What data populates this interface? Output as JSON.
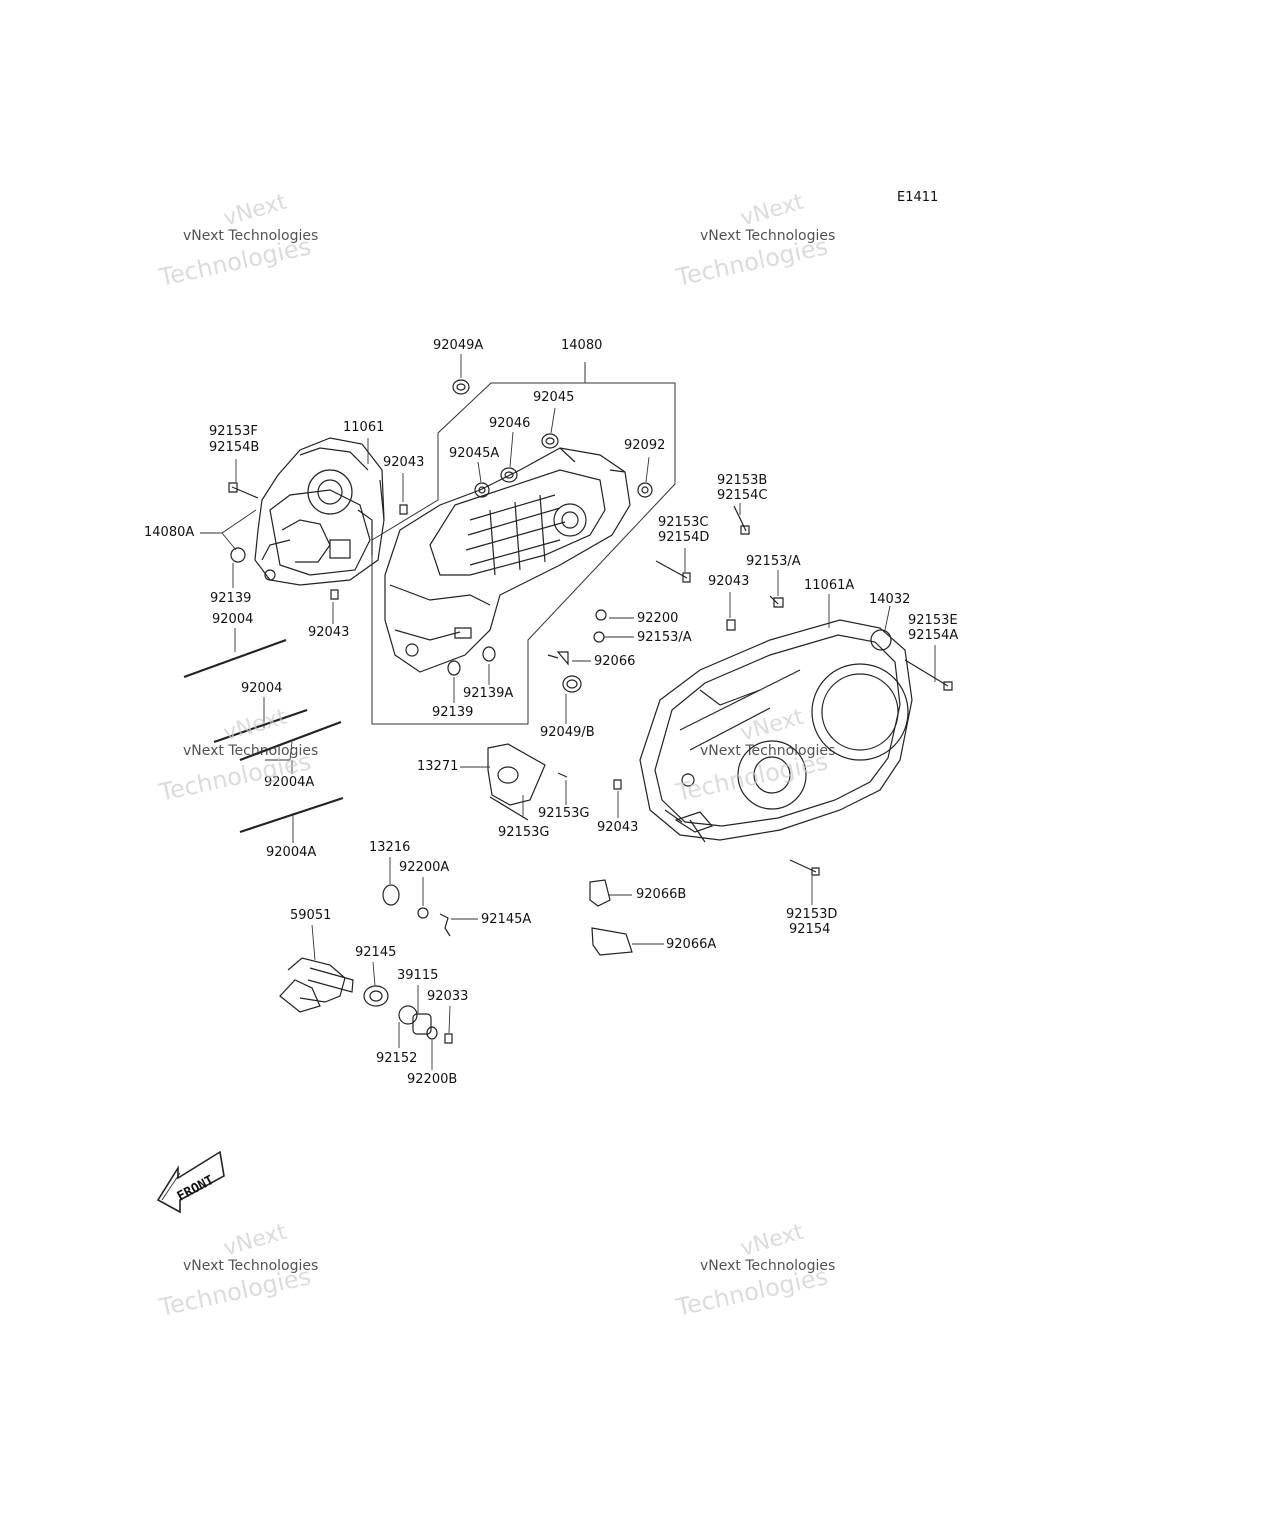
{
  "diagram_code": "E1411",
  "front_label": "FRONT",
  "watermark": {
    "line_a": "vNext",
    "line_b": "vNext Technologies",
    "line_c": "Technologies"
  },
  "labels": {
    "l92049A": "92049A",
    "l14080": "14080",
    "l92045": "92045",
    "l92046": "92046",
    "l92045A": "92045A",
    "l92092": "92092",
    "l92153F": "92153F",
    "l92154B": "92154B",
    "l11061": "11061",
    "l92043a": "92043",
    "l14080A": "14080A",
    "l92139a": "92139",
    "l92004a": "92004",
    "l92043b": "92043",
    "l92153B": "92153B",
    "l92154C": "92154C",
    "l92153C": "92153C",
    "l92154D": "92154D",
    "l92153sA": "92153/A",
    "l92043c": "92043",
    "l11061A": "11061A",
    "l14032": "14032",
    "l92153E": "92153E",
    "l92154A": "92154A",
    "l92200": "92200",
    "l92153sA2": "92153/A",
    "l92066": "92066",
    "l92004b": "92004",
    "l92139A": "92139A",
    "l92139b": "92139",
    "l92049B": "92049/B",
    "l92004Aa": "92004A",
    "l13271": "13271",
    "l92153Ga": "92153G",
    "l92153Gb": "92153G",
    "l92043d": "92043",
    "l92004Ab": "92004A",
    "l13216": "13216",
    "l92200A": "92200A",
    "l92066B": "92066B",
    "l92145A": "92145A",
    "l59051": "59051",
    "l92145": "92145",
    "l39115": "39115",
    "l92033": "92033",
    "l92066A": "92066A",
    "l92152": "92152",
    "l92200B": "92200B",
    "l92153D": "92153D",
    "l92154": "92154"
  }
}
